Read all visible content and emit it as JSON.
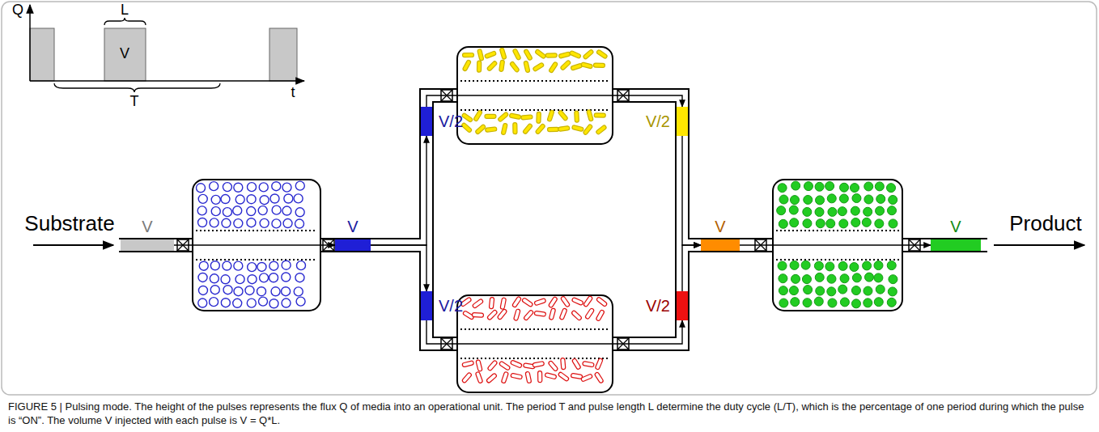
{
  "diagram": {
    "caption": "FIGURE 5 | Pulsing mode. The height of the pulses represents the flux Q of media into an operational unit. The period T and pulse length L determine the duty cycle (L/T), which is the percentage of one period during which the pulse is “ON”. The volume V injected with each pulse is V = Q*L.",
    "nodes": [
      {
        "text": [
          "V"
        ]
      },
      {
        "text": [
          "V"
        ]
      },
      {
        "text": [
          "V/2"
        ]
      },
      {
        "text": [
          "V/2"
        ]
      },
      {
        "text": [
          "V/2"
        ]
      },
      {
        "text": [
          "V/2"
        ]
      },
      {
        "text": [
          "V"
        ]
      },
      {
        "text": [
          "V"
        ]
      }
    ],
    "edges": [
      {
        "from": 0,
        "to": 1,
        "arrow": "to"
      },
      {
        "from": 1,
        "to": 2,
        "arrow": "to"
      },
      {
        "from": 1,
        "to": 3,
        "arrow": "to"
      },
      {
        "from": 2,
        "to": 4,
        "arrow": "to"
      },
      {
        "from": 3,
        "to": 5,
        "arrow": "to"
      },
      {
        "from": 4,
        "to": 6,
        "arrow": "to"
      },
      {
        "from": 5,
        "to": 6,
        "arrow": "to"
      },
      {
        "from": 6,
        "to": 7,
        "arrow": "to"
      }
    ],
    "labels": [
      "Q",
      "L",
      "V",
      "T",
      "t",
      "Substrate",
      "Product"
    ]
  }
}
